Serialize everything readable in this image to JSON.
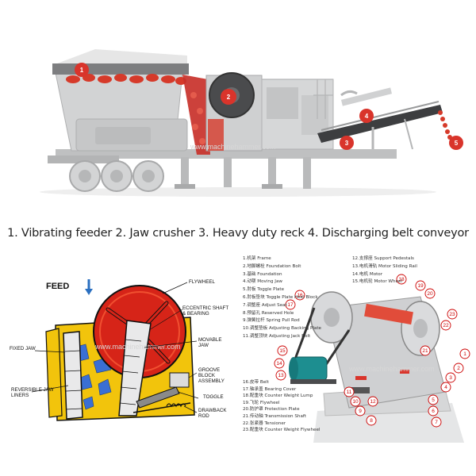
{
  "caption": "1. Vibrating feeder  2. Jaw crusher   3. Heavy duty reck   4. Discharging belt conveyor",
  "watermark": "www.machinehammer.com",
  "top_callouts": [
    "1",
    "2",
    "3",
    "4",
    "5"
  ],
  "left_diagram": {
    "feed_label": "FEED",
    "labels": {
      "flywheel": "FLYWHEEL",
      "eccentric": "ECCENTRIC SHAFT & BEARING",
      "movable_jaw": "MOVABLE JAW",
      "fixed_jaw": "FIXED JAW",
      "groove_block": "GROOVE BLOCK ASSEMBLY",
      "reversible": "REVERSIBLE JAW LINERS",
      "toggle": "TOGGLE",
      "drawback": "DRAWBACK ROD"
    }
  },
  "parts_legend_left": [
    "1.机架  Frame",
    "2.地脚螺栓  Foundation Bolt",
    "3.基础  Foundation",
    "4.动颚  Moving Jaw",
    "5.肘板  Toggle Plate",
    "6.肘板垫块  Toggle Plate Heel Block",
    "7.调整座  Adjust Seat",
    "8.预留孔  Reserved Hole",
    "9.弹簧拉杆  Spring Pull Rod",
    "10.调整垫板  Adjusting Backing Plate",
    "11.调整顶块  Adjusting Jack Bolt"
  ],
  "parts_legend_right": [
    "12.支撑座  Support Pedestals",
    "13.电机滑轨  Motor Sliding Rail",
    "14.电机  Motor",
    "15.电机轮  Motor Wheel"
  ],
  "parts_legend_bottom": [
    "16.皮带  Belt",
    "17.轴承盖  Bearing Cover",
    "18.配重块  Counter Weight Lump",
    "19.飞轮  Flywheel",
    "20.防护罩  Protection Plate",
    "21.传动轴  Transmission Shaft",
    "22.张紧器  Tensioner",
    "23.配重块  Counter Weight Flywheel"
  ],
  "part_numbers": [
    "1",
    "2",
    "3",
    "4",
    "5",
    "6",
    "7",
    "8",
    "9",
    "10",
    "11",
    "12",
    "13",
    "14",
    "15",
    "16",
    "17",
    "18",
    "19",
    "20",
    "21",
    "22",
    "23"
  ],
  "colors": {
    "machine_gray": "#c9cacb",
    "rock_red": "#d63a2a",
    "callout_red": "#d9342b",
    "jaw_yellow": "#f2c40c",
    "flywheel_red": "#d62418",
    "motor_teal": "#1d8e90"
  }
}
